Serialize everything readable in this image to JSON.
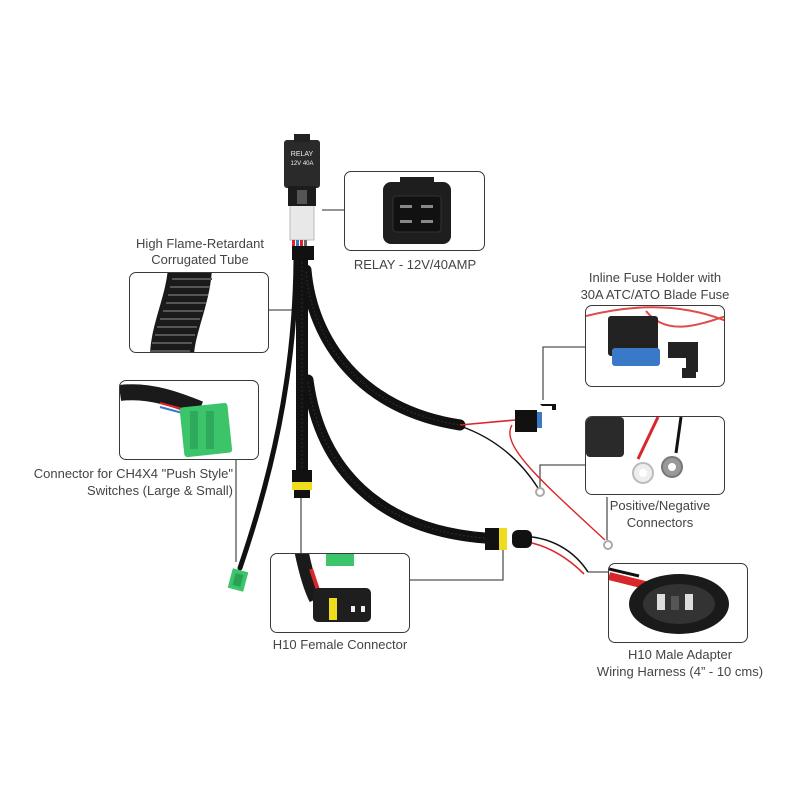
{
  "title": "Fog Light Wiring Harness Diagram",
  "colors": {
    "label_text": "#444444",
    "tube": "#111111",
    "wire_red": "#d9262a",
    "wire_black": "#111111",
    "connector_green": "#3cc46b",
    "connector_yellow": "#f0dc1e",
    "fuse_blue": "#3a78c8",
    "leader_line": "#555555"
  },
  "relay_unit": {
    "name_line": "RELAY",
    "rating_line": "12V 40A"
  },
  "callouts": [
    {
      "id": "relay",
      "label_lines": [
        "RELAY - 12V/40AMP"
      ]
    },
    {
      "id": "corrugated-tube",
      "label_lines": [
        "High Flame-Retardant",
        "Corrugated Tube"
      ]
    },
    {
      "id": "switch-connector",
      "label_lines": [
        "Connector for CH4X4 \"Push Style\"",
        "Switches (Large & Small)"
      ]
    },
    {
      "id": "fuse-holder",
      "label_lines": [
        "Inline Fuse Holder with",
        "30A ATC/ATO Blade Fuse"
      ]
    },
    {
      "id": "ring-terminals",
      "label_lines": [
        "Positive/Negative",
        "Connectors"
      ]
    },
    {
      "id": "h10-female",
      "label_lines": [
        "H10 Female Connector"
      ]
    },
    {
      "id": "h10-male",
      "label_lines": [
        "H10 Male Adapter",
        "Wiring Harness (4” - 10 cms)"
      ]
    }
  ]
}
